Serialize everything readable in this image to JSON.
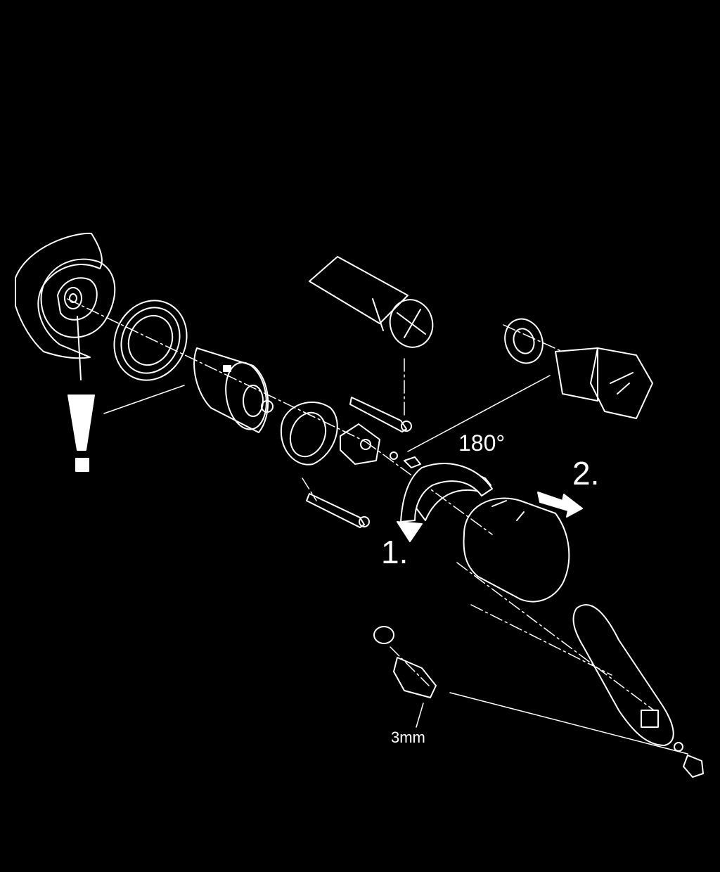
{
  "colors": {
    "background": "#000000",
    "line": "#ffffff"
  },
  "labels": {
    "rotation_angle": "180°",
    "step_1": "1.",
    "step_2": "2.",
    "hex_key_size": "3mm"
  },
  "icons": {
    "warning": "exclamation-mark-icon",
    "rotate": "curved-arrow-icon",
    "pull": "straight-arrow-icon"
  }
}
